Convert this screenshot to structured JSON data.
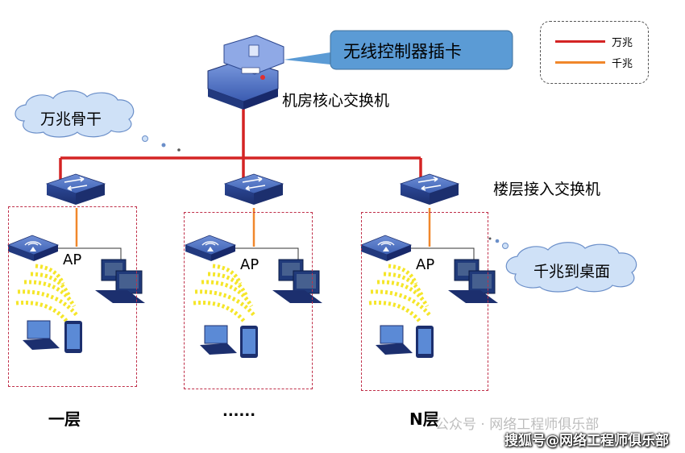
{
  "core_switch": {
    "label": "机房核心交换机",
    "callout": "无线控制器插卡"
  },
  "access_switch_label": "楼层接入交换机",
  "cloud_backbone": "万兆骨干",
  "cloud_desktop": "千兆到桌面",
  "legend": {
    "items": [
      {
        "label": "万兆",
        "color": "#d42424"
      },
      {
        "label": "千兆",
        "color": "#f0872b"
      }
    ]
  },
  "floors": [
    {
      "label": "一层",
      "ap_label": "AP"
    },
    {
      "label": "......",
      "ap_label": "AP"
    },
    {
      "label": "N层",
      "ap_label": "AP"
    }
  ],
  "colors": {
    "backbone": "#d42424",
    "gigabit": "#f0872b",
    "device_blue": "#2a4a9a",
    "callout_fill": "#5b9bd5",
    "wifi_yellow": "#f5e62a"
  },
  "watermark": {
    "line1": "公众号 · 网络工程师俱乐部",
    "line2": "搜狐号@网络工程师俱乐部"
  }
}
